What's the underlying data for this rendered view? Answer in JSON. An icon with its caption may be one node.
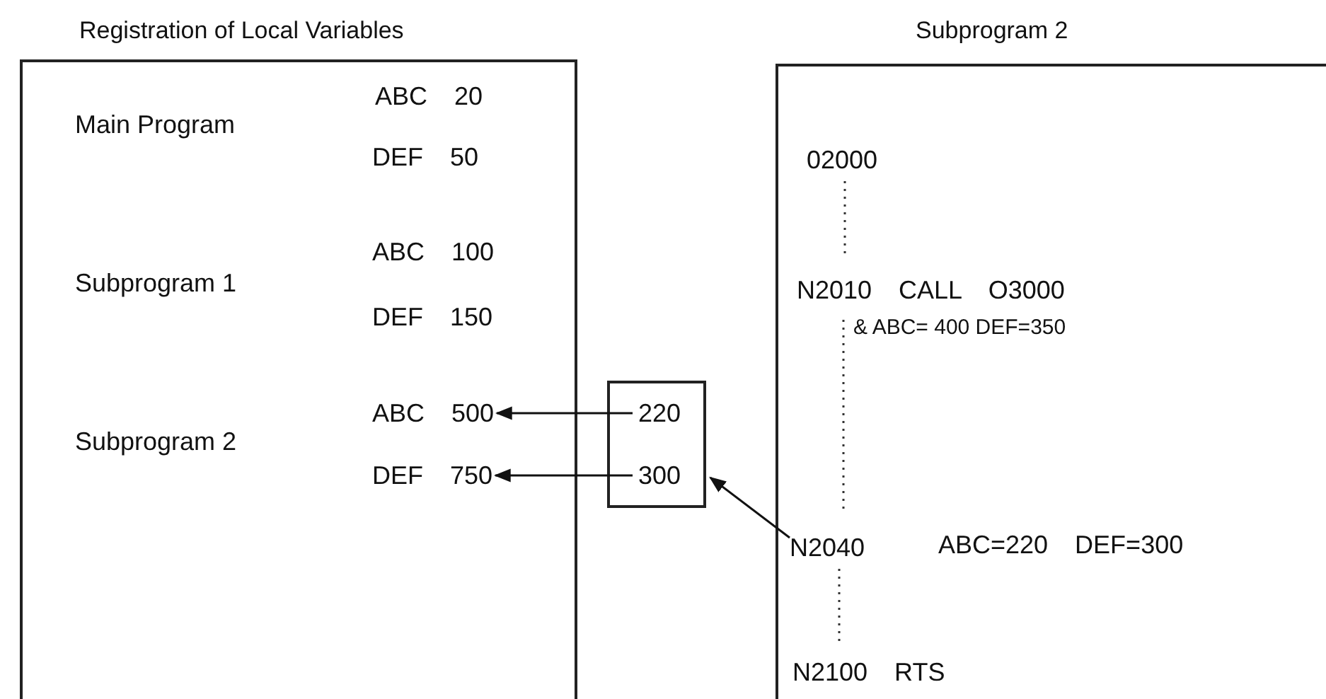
{
  "diagram": {
    "nodes": [
      {
        "text": [
          "Registration of Local Variables"
        ]
      },
      {
        "text": [
          "ABC 500"
        ],
        "in": 0
      },
      {
        "text": [
          "DEF 750"
        ],
        "in": 0
      },
      {
        "text": [],
        "shape": "box"
      },
      {
        "text": [
          "220"
        ],
        "in": 3
      },
      {
        "text": [
          "300"
        ],
        "in": 3
      },
      {
        "text": [
          "Subprogram 2"
        ]
      },
      {
        "text": [
          "N2040"
        ],
        "in": 6
      }
    ],
    "edges": [
      {
        "from": 4,
        "to": 1,
        "arrow": "to"
      },
      {
        "from": 5,
        "to": 2,
        "arrow": "to"
      },
      {
        "from": 7,
        "to": 3,
        "arrow": "to"
      }
    ],
    "labels": [
      "Main Program",
      "ABC 20",
      "DEF 50",
      "Subprogram 1",
      "ABC 100",
      "DEF 150",
      "Subprogram 2",
      "02000",
      "N2010 CALL O3000",
      "& ABC= 400 DEF=350",
      "ABC=220 DEF=300",
      "N2100 RTS"
    ]
  }
}
